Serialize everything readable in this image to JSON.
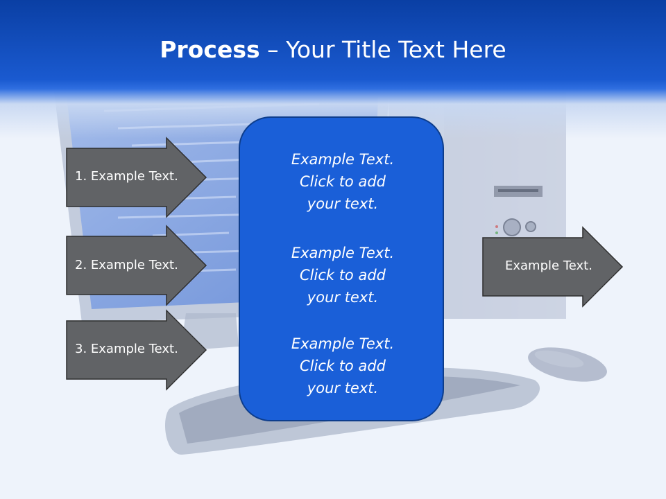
{
  "title": {
    "bold": "Process",
    "rest": " – Your Title Text Here"
  },
  "left_arrows": [
    {
      "label": "1. Example Text."
    },
    {
      "label": "2. Example Text."
    },
    {
      "label": "3. Example Text."
    }
  ],
  "center_box": {
    "paragraphs": [
      {
        "lines": [
          "Example Text.",
          "Click  to add",
          "your text."
        ]
      },
      {
        "lines": [
          "Example Text.",
          "Click  to add",
          "your text."
        ]
      },
      {
        "lines": [
          "Example Text.",
          "Click  to add",
          "your text."
        ]
      }
    ]
  },
  "right_arrow": {
    "label": "Example Text."
  },
  "colors": {
    "header": "#1a5ad0",
    "center_box_fill": "#1a5fd8",
    "arrow_fill": "#616366",
    "arrow_border": "#2e2e2e"
  },
  "icons": [
    "monitor-illustration",
    "tower-illustration",
    "keyboard-illustration",
    "mouse-illustration"
  ]
}
